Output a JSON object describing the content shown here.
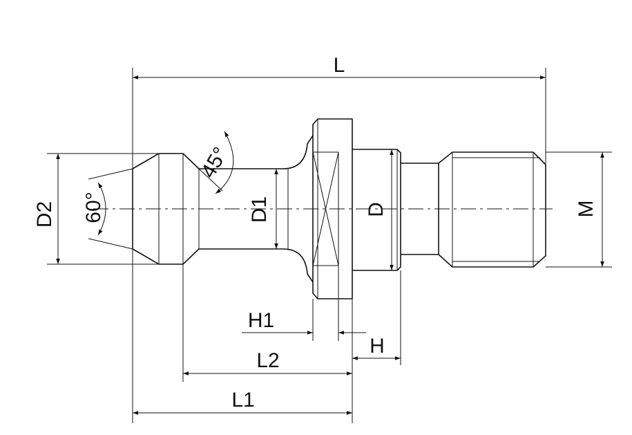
{
  "diagram": {
    "labels": {
      "L": "L",
      "D2": "D2",
      "angle60": "60°",
      "angle45": "45°",
      "D1": "D1",
      "D": "D",
      "M": "M",
      "H1": "H1",
      "H": "H",
      "L2": "L2",
      "L1": "L1"
    },
    "colors": {
      "line": "#111111",
      "background": "#ffffff"
    }
  }
}
